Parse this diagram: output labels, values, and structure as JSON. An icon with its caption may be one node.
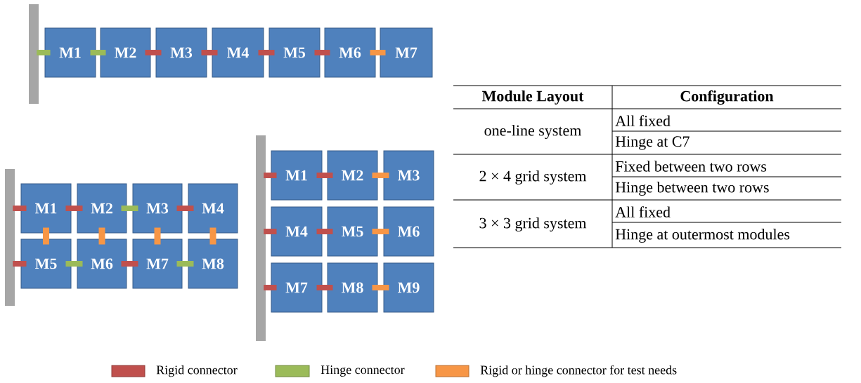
{
  "diagram": {
    "nodes": [
      {
        "text": [],
        "shape": "bar"
      },
      {
        "text": [
          "M1"
        ]
      },
      {
        "text": [
          "M2"
        ]
      },
      {
        "text": [
          "M3"
        ]
      },
      {
        "text": [
          "M4"
        ]
      },
      {
        "text": [
          "M5"
        ]
      },
      {
        "text": [
          "M6"
        ]
      },
      {
        "text": [
          "M7"
        ]
      },
      {
        "text": [],
        "shape": "bar"
      },
      {
        "text": [
          "M1"
        ]
      },
      {
        "text": [
          "M2"
        ]
      },
      {
        "text": [
          "M3"
        ]
      },
      {
        "text": [
          "M4"
        ]
      },
      {
        "text": [
          "M5"
        ]
      },
      {
        "text": [
          "M6"
        ]
      },
      {
        "text": [
          "M7"
        ]
      },
      {
        "text": [
          "M8"
        ]
      },
      {
        "text": [],
        "shape": "bar"
      },
      {
        "text": [
          "M1"
        ]
      },
      {
        "text": [
          "M2"
        ]
      },
      {
        "text": [
          "M3"
        ]
      },
      {
        "text": [
          "M4"
        ]
      },
      {
        "text": [
          "M5"
        ]
      },
      {
        "text": [
          "M6"
        ]
      },
      {
        "text": [
          "M7"
        ]
      },
      {
        "text": [
          "M8"
        ]
      },
      {
        "text": [
          "M9"
        ]
      }
    ],
    "edges": [
      {
        "from": 0,
        "to": 1,
        "arrow": "none",
        "color": "#9bbb59"
      },
      {
        "from": 1,
        "to": 2,
        "arrow": "none",
        "color": "#9bbb59"
      },
      {
        "from": 2,
        "to": 3,
        "arrow": "none",
        "color": "#c0504d"
      },
      {
        "from": 3,
        "to": 4,
        "arrow": "none",
        "color": "#c0504d"
      },
      {
        "from": 4,
        "to": 5,
        "arrow": "none",
        "color": "#c0504d"
      },
      {
        "from": 5,
        "to": 6,
        "arrow": "none",
        "color": "#c0504d"
      },
      {
        "from": 6,
        "to": 7,
        "arrow": "none",
        "color": "#f79646"
      },
      {
        "from": 8,
        "to": 9,
        "arrow": "none",
        "color": "#c0504d"
      },
      {
        "from": 9,
        "to": 10,
        "arrow": "none",
        "color": "#c0504d"
      },
      {
        "from": 10,
        "to": 11,
        "arrow": "none",
        "color": "#9bbb59"
      },
      {
        "from": 11,
        "to": 12,
        "arrow": "none",
        "color": "#c0504d"
      },
      {
        "from": 8,
        "to": 13,
        "arrow": "none",
        "color": "#c0504d"
      },
      {
        "from": 13,
        "to": 14,
        "arrow": "none",
        "color": "#9bbb59"
      },
      {
        "from": 14,
        "to": 15,
        "arrow": "none",
        "color": "#c0504d"
      },
      {
        "from": 15,
        "to": 16,
        "arrow": "none",
        "color": "#9bbb59"
      },
      {
        "from": 9,
        "to": 13,
        "arrow": "none",
        "color": "#f79646"
      },
      {
        "from": 10,
        "to": 14,
        "arrow": "none",
        "color": "#f79646"
      },
      {
        "from": 11,
        "to": 15,
        "arrow": "none",
        "color": "#f79646"
      },
      {
        "from": 12,
        "to": 16,
        "arrow": "none",
        "color": "#f79646"
      },
      {
        "from": 17,
        "to": 18,
        "arrow": "none",
        "color": "#c0504d"
      },
      {
        "from": 18,
        "to": 19,
        "arrow": "none",
        "color": "#c0504d"
      },
      {
        "from": 19,
        "to": 20,
        "arrow": "none",
        "color": "#f79646"
      },
      {
        "from": 17,
        "to": 21,
        "arrow": "none",
        "color": "#c0504d"
      },
      {
        "from": 21,
        "to": 22,
        "arrow": "none",
        "color": "#c0504d"
      },
      {
        "from": 22,
        "to": 23,
        "arrow": "none",
        "color": "#f79646"
      },
      {
        "from": 17,
        "to": 24,
        "arrow": "none",
        "color": "#c0504d"
      },
      {
        "from": 24,
        "to": 25,
        "arrow": "none",
        "color": "#c0504d"
      },
      {
        "from": 25,
        "to": 26,
        "arrow": "none",
        "color": "#f79646"
      }
    ],
    "labels": [
      "Module Layout",
      "Configuration",
      "one-line system",
      "All fixed",
      "Hinge at C7",
      "2 × 4 grid system",
      "Fixed between two rows",
      "Hinge between two rows",
      "3 × 3 grid system",
      "All fixed",
      "Hinge at outermost modules"
    ],
    "legend": [
      {
        "text": "Rigid connector",
        "color": "#c0504d"
      },
      {
        "text": "Hinge connector",
        "color": "#9bbb59"
      },
      {
        "text": "Rigid or hinge connector for test needs",
        "color": "#f79646"
      }
    ]
  }
}
